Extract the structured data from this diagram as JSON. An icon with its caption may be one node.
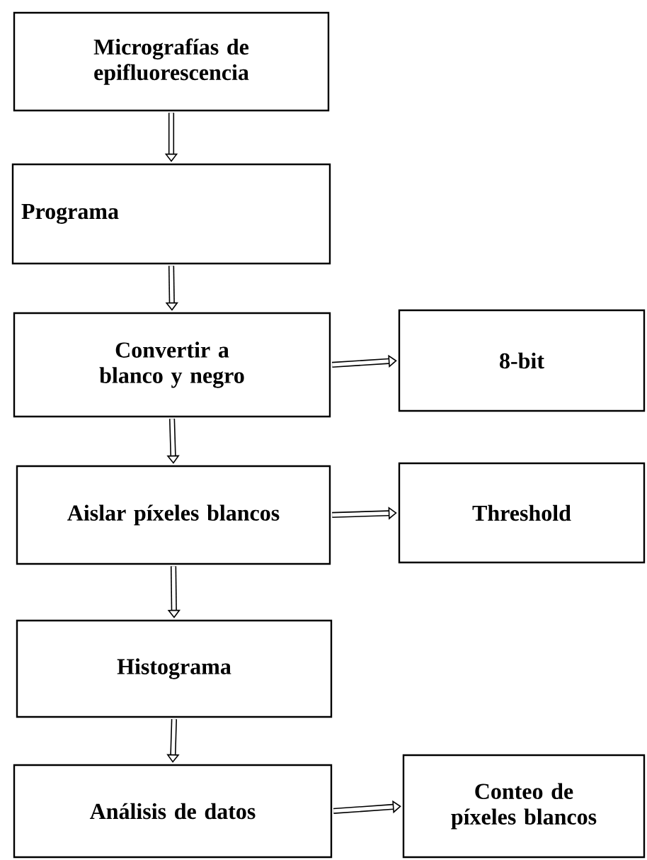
{
  "diagram": {
    "nodes": [
      {
        "text": [
          "Micrografías de epifluorescencia"
        ]
      },
      {
        "text": [
          "Programa"
        ]
      },
      {
        "text": [
          "Convertir a blanco y negro"
        ]
      },
      {
        "text": [
          "8-bit"
        ]
      },
      {
        "text": [
          "Aislar píxeles blancos"
        ]
      },
      {
        "text": [
          "Threshold"
        ]
      },
      {
        "text": [
          "Histograma"
        ]
      },
      {
        "text": [
          "Análisis de datos"
        ]
      },
      {
        "text": [
          "Conteo de píxeles blancos"
        ]
      }
    ],
    "edges": [
      {
        "from": 0,
        "to": 1,
        "arrow": "to"
      },
      {
        "from": 1,
        "to": 2,
        "arrow": "to"
      },
      {
        "from": 2,
        "to": 3,
        "arrow": "to"
      },
      {
        "from": 2,
        "to": 4,
        "arrow": "to"
      },
      {
        "from": 4,
        "to": 5,
        "arrow": "to"
      },
      {
        "from": 4,
        "to": 6,
        "arrow": "to"
      },
      {
        "from": 6,
        "to": 7,
        "arrow": "to"
      },
      {
        "from": 7,
        "to": 8,
        "arrow": "to"
      }
    ]
  }
}
